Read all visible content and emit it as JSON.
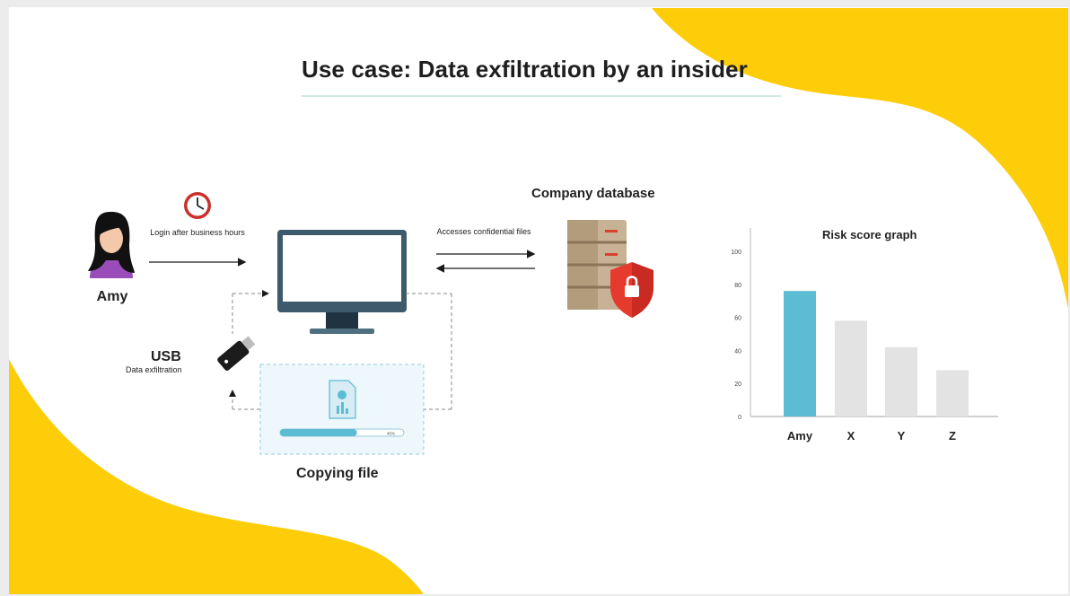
{
  "title": "Use case: Data exfiltration by an insider",
  "diagram": {
    "person_label": "Amy",
    "login_label": "Login after business hours",
    "access_label": "Accesses confidential files",
    "database_label": "Company database",
    "usb_title": "USB",
    "usb_subtitle": "Data exfiltration",
    "copy_label": "Copying file",
    "progress": {
      "fraction": 0.62,
      "label": "45%"
    }
  },
  "colors": {
    "accent_yellow": "#fecd0a",
    "monitor_dark": "#3c5a6b",
    "bar_highlight": "#5bbcd3",
    "bar_muted": "#e3e3e3",
    "shield_red": "#e53b2f"
  },
  "chart_data": {
    "type": "bar",
    "title": "Risk score graph",
    "categories": [
      "Amy",
      "X",
      "Y",
      "Z"
    ],
    "values": [
      76,
      58,
      42,
      28
    ],
    "highlight": "Amy",
    "yticks": [
      0,
      20,
      40,
      60,
      80,
      100
    ],
    "ylim": [
      0,
      100
    ],
    "grid": false
  }
}
